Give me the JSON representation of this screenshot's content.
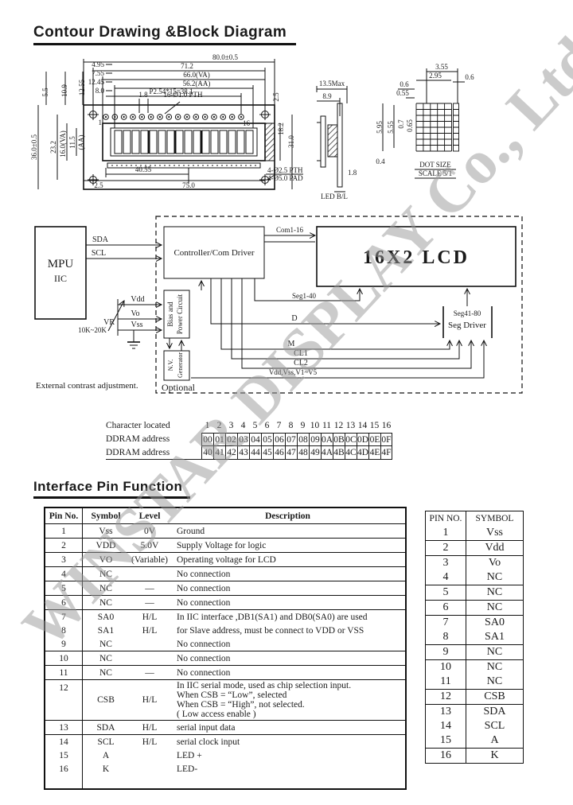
{
  "page": {
    "title": "Contour Drawing &Block Diagram",
    "section2": "Interface Pin Function",
    "watermark": "WINSTAR DISPLAY Co., Ltd."
  },
  "contour": {
    "top_dims": {
      "overall": "80.0±0.5",
      "holes": "71.2",
      "va": "66.0(VA)",
      "aa": "56.2(AA)",
      "pitch": "P2.54*15=38.1",
      "pin_d": "1.8",
      "pth": "16-Ø1.0 PTH"
    },
    "left_stack": [
      "4.95",
      "7.55",
      "12.45",
      "8.0"
    ],
    "left_rot_small": [
      "5.5",
      "10.9",
      "12.55"
    ],
    "left_rot": [
      "36.0±0.5",
      "23.2",
      "16.0(VA)",
      "11.5",
      "(AA)"
    ],
    "right_rot": [
      "2.5",
      "18.2",
      "31.0"
    ],
    "bottom_dims": [
      "2.5",
      "40.55",
      "75.0"
    ],
    "pad_notes": [
      "4-Ø2.5 PTH",
      "4-Ø5.0 PAD"
    ],
    "pin_first": "1",
    "pin_last": "16",
    "side": {
      "height": "13.5Max",
      "width": "8.9",
      "pcb": "1.8",
      "label": "LED B/L"
    },
    "dot": {
      "pitch_x_total": "3.55",
      "char_w": "2.95",
      "gap_r": "0.6",
      "gap_l": "0.6",
      "dot_w": "0.55",
      "col_h1": "5.95",
      "col_h2": "5.55",
      "pitch_y": "0.7",
      "dot_h": "0.65",
      "base": "0.4",
      "label1": "DOT SIZE",
      "label2": "SCALE 5/1"
    }
  },
  "block": {
    "mpu": "MPU",
    "iic": "IIC",
    "sda": "SDA",
    "scl": "SCL",
    "controller": "Controller/Com Driver",
    "lcd": "16X2 LCD",
    "com": "Com1-16",
    "seg_a": "Seg1-40",
    "seg_b": "Seg41-80",
    "seg_driver": "Seg Driver",
    "bias1": "Bias and",
    "bias2": "Power Circuit",
    "nv1": "N.V.",
    "nv2": "Generator",
    "optional": "Optional",
    "vr": "VR",
    "vr_value": "10K~20K",
    "vdd": "Vdd",
    "vo": "Vo",
    "vss": "Vss",
    "sig_d": "D",
    "sig_m": "M",
    "sig_cl1": "CL1",
    "sig_cl2": "CL2",
    "sig_power": "Vdd,Vss,V1~V5",
    "note": "External contrast adjustment."
  },
  "ddram": {
    "labels": [
      "Character located",
      "DDRAM address",
      "DDRAM address"
    ],
    "positions": [
      "1",
      "2",
      "3",
      "4",
      "5",
      "6",
      "7",
      "8",
      "9",
      "10",
      "11",
      "12",
      "13",
      "14",
      "15",
      "16"
    ],
    "line1": [
      "00",
      "01",
      "02",
      "03",
      "04",
      "05",
      "06",
      "07",
      "08",
      "09",
      "0A",
      "0B",
      "0C",
      "0D",
      "0E",
      "0F"
    ],
    "line2": [
      "40",
      "41",
      "42",
      "43",
      "44",
      "45",
      "46",
      "47",
      "48",
      "49",
      "4A",
      "4B",
      "4C",
      "4D",
      "4E",
      "4F"
    ]
  },
  "pin_table": {
    "headers": [
      "Pin No.",
      "Symbol",
      "Level",
      "Description"
    ],
    "rows": [
      {
        "no": "1",
        "sym": "Vss",
        "level": "0V",
        "desc": "Ground"
      },
      {
        "no": "2",
        "sym": "VDD",
        "level": "5.0V",
        "desc": "Supply Voltage for logic"
      },
      {
        "no": "3",
        "sym": "VO",
        "level": "(Variable)",
        "desc": "Operating voltage for LCD"
      },
      {
        "no": "4",
        "sym": "NC",
        "level": "",
        "desc": "No connection"
      },
      {
        "no": "5",
        "sym": "NC",
        "level": "—",
        "desc": "No connection"
      },
      {
        "no": "6",
        "sym": "NC",
        "level": "—",
        "desc": "No connection"
      },
      {
        "no": "7",
        "sym": "SA0",
        "level": "H/L",
        "desc": "In IIC interface ,DB1(SA1) and DB0(SA0) are used"
      },
      {
        "no": "8",
        "sym": "SA1",
        "level": "H/L",
        "desc": "for Slave address, must be connect to VDD or VSS"
      },
      {
        "no": "9",
        "sym": "NC",
        "level": "",
        "desc": "No connection"
      },
      {
        "no": "10",
        "sym": "NC",
        "level": "",
        "desc": "No connection"
      },
      {
        "no": "11",
        "sym": "NC",
        "level": "—",
        "desc": "No connection"
      },
      {
        "no": "12",
        "sym": "CSB",
        "level": "H/L",
        "desc_lines": [
          "In IIC serial mode, used as chip selection input.",
          "When CSB = “Low”, selected",
          "When CSB = “High”, not selected.",
          "( Low access enable )"
        ]
      },
      {
        "no": "13",
        "sym": "SDA",
        "level": "H/L",
        "desc": "serial input data"
      },
      {
        "no": "14",
        "sym": "SCL",
        "level": "H/L",
        "desc": "serial clock input"
      },
      {
        "no": "15",
        "sym": "A",
        "level": "",
        "desc": "LED +"
      },
      {
        "no": "16",
        "sym": "K",
        "level": "",
        "desc": "LED-"
      }
    ]
  },
  "symbol_table": {
    "headers": [
      "PIN NO.",
      "SYMBOL"
    ],
    "rows": [
      {
        "no": "1",
        "sym": "Vss"
      },
      {
        "no": "2",
        "sym": "Vdd"
      },
      {
        "no": "3",
        "sym": "Vo"
      },
      {
        "no": "4",
        "sym": "NC"
      },
      {
        "no": "5",
        "sym": "NC"
      },
      {
        "no": "6",
        "sym": "NC"
      },
      {
        "no": "7",
        "sym": "SA0"
      },
      {
        "no": "8",
        "sym": "SA1"
      },
      {
        "no": "9",
        "sym": "NC"
      },
      {
        "no": "10",
        "sym": "NC"
      },
      {
        "no": "11",
        "sym": "NC"
      },
      {
        "no": "12",
        "sym": "CSB"
      },
      {
        "no": "13",
        "sym": "SDA"
      },
      {
        "no": "14",
        "sym": "SCL"
      },
      {
        "no": "15",
        "sym": "A"
      },
      {
        "no": "16",
        "sym": "K"
      }
    ]
  }
}
